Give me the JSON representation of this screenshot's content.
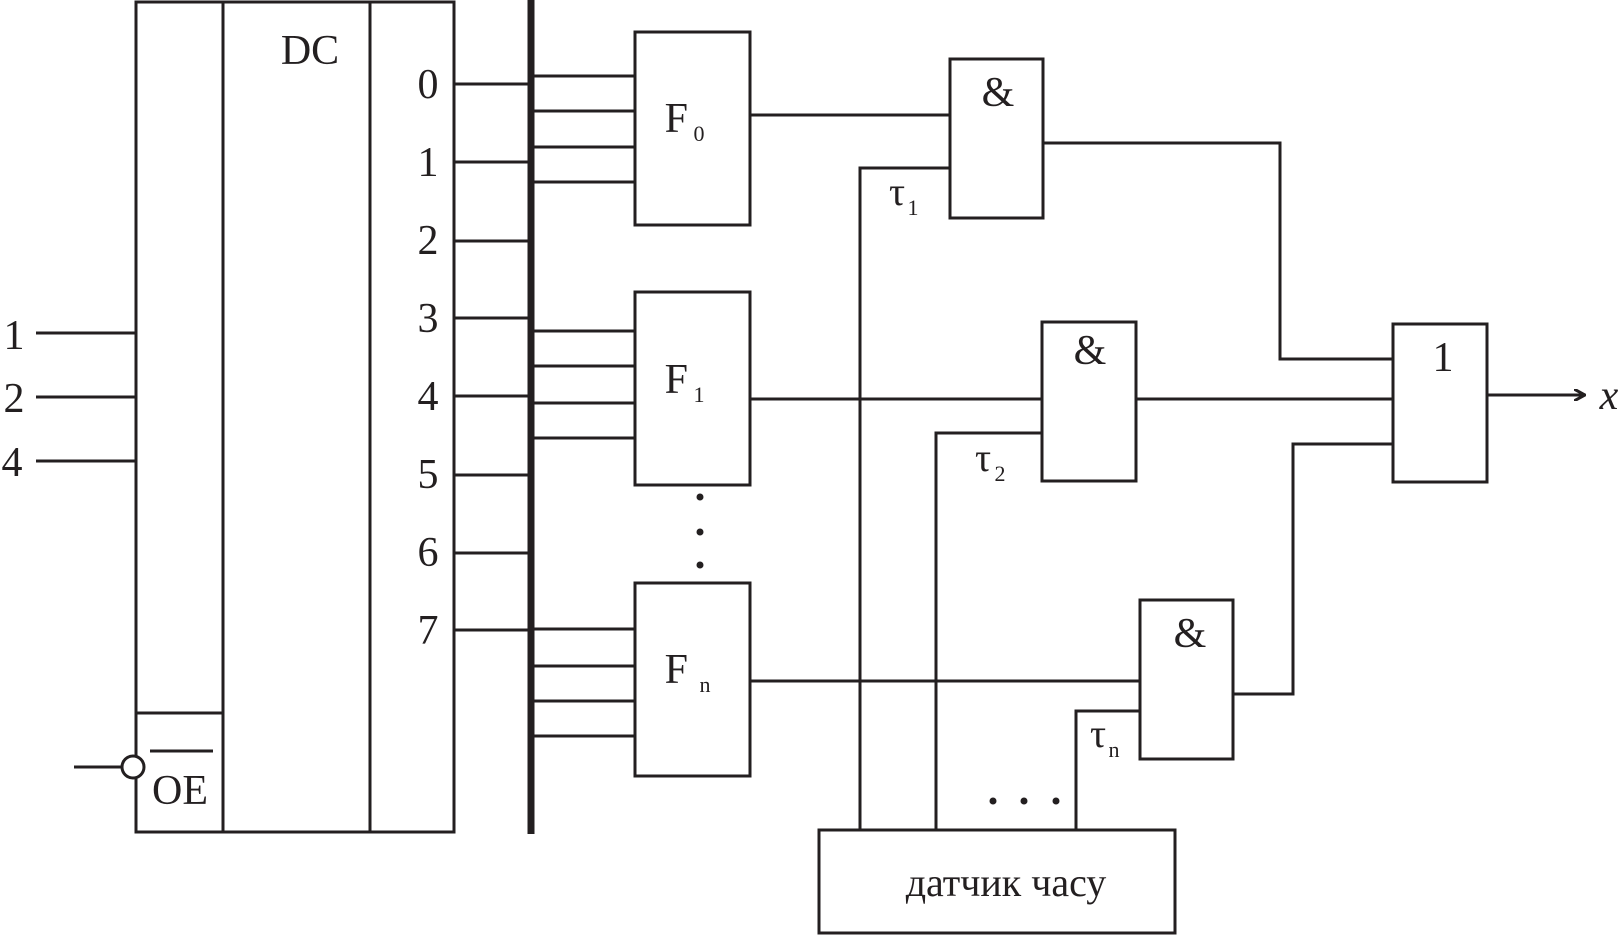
{
  "decoder": {
    "title": "DC",
    "inputs": [
      "1",
      "2",
      "4"
    ],
    "enable": "OE",
    "outputs": [
      "0",
      "1",
      "2",
      "3",
      "4",
      "5",
      "6",
      "7"
    ]
  },
  "functions": [
    {
      "base": "F",
      "sub": "0"
    },
    {
      "base": "F",
      "sub": "1"
    },
    {
      "base": "F",
      "sub": "n"
    }
  ],
  "and_gates": [
    {
      "symbol": "&",
      "tau_base": "τ",
      "tau_sub": "1"
    },
    {
      "symbol": "&",
      "tau_base": "τ",
      "tau_sub": "2"
    },
    {
      "symbol": "&",
      "tau_base": "τ",
      "tau_sub": "n"
    }
  ],
  "or_gate": {
    "symbol": "1"
  },
  "output": {
    "label": "x"
  },
  "clock": {
    "label": "датчик часу"
  },
  "ellipsis": {
    "vertical": "⋮",
    "horizontal": ". . ."
  }
}
